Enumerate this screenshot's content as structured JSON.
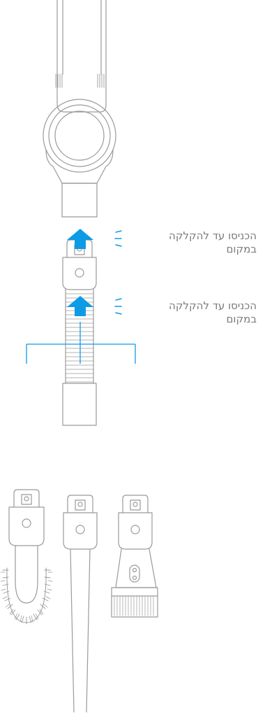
{
  "instructions": [
    {
      "line1": "הכניסו עד להקלקה",
      "line2": "במקום"
    },
    {
      "line1": "הכניסו עד להקלקה",
      "line2": "במקום"
    }
  ],
  "colors": {
    "outline": "#9a9a9a",
    "arrow": "#0d9be6",
    "click_marks": "#0d9be6",
    "connector": "#0d9be6",
    "text": "#7a7a7a",
    "background": "#ffffff"
  },
  "icons": [
    "up-arrow-icon",
    "click-marks-icon"
  ]
}
